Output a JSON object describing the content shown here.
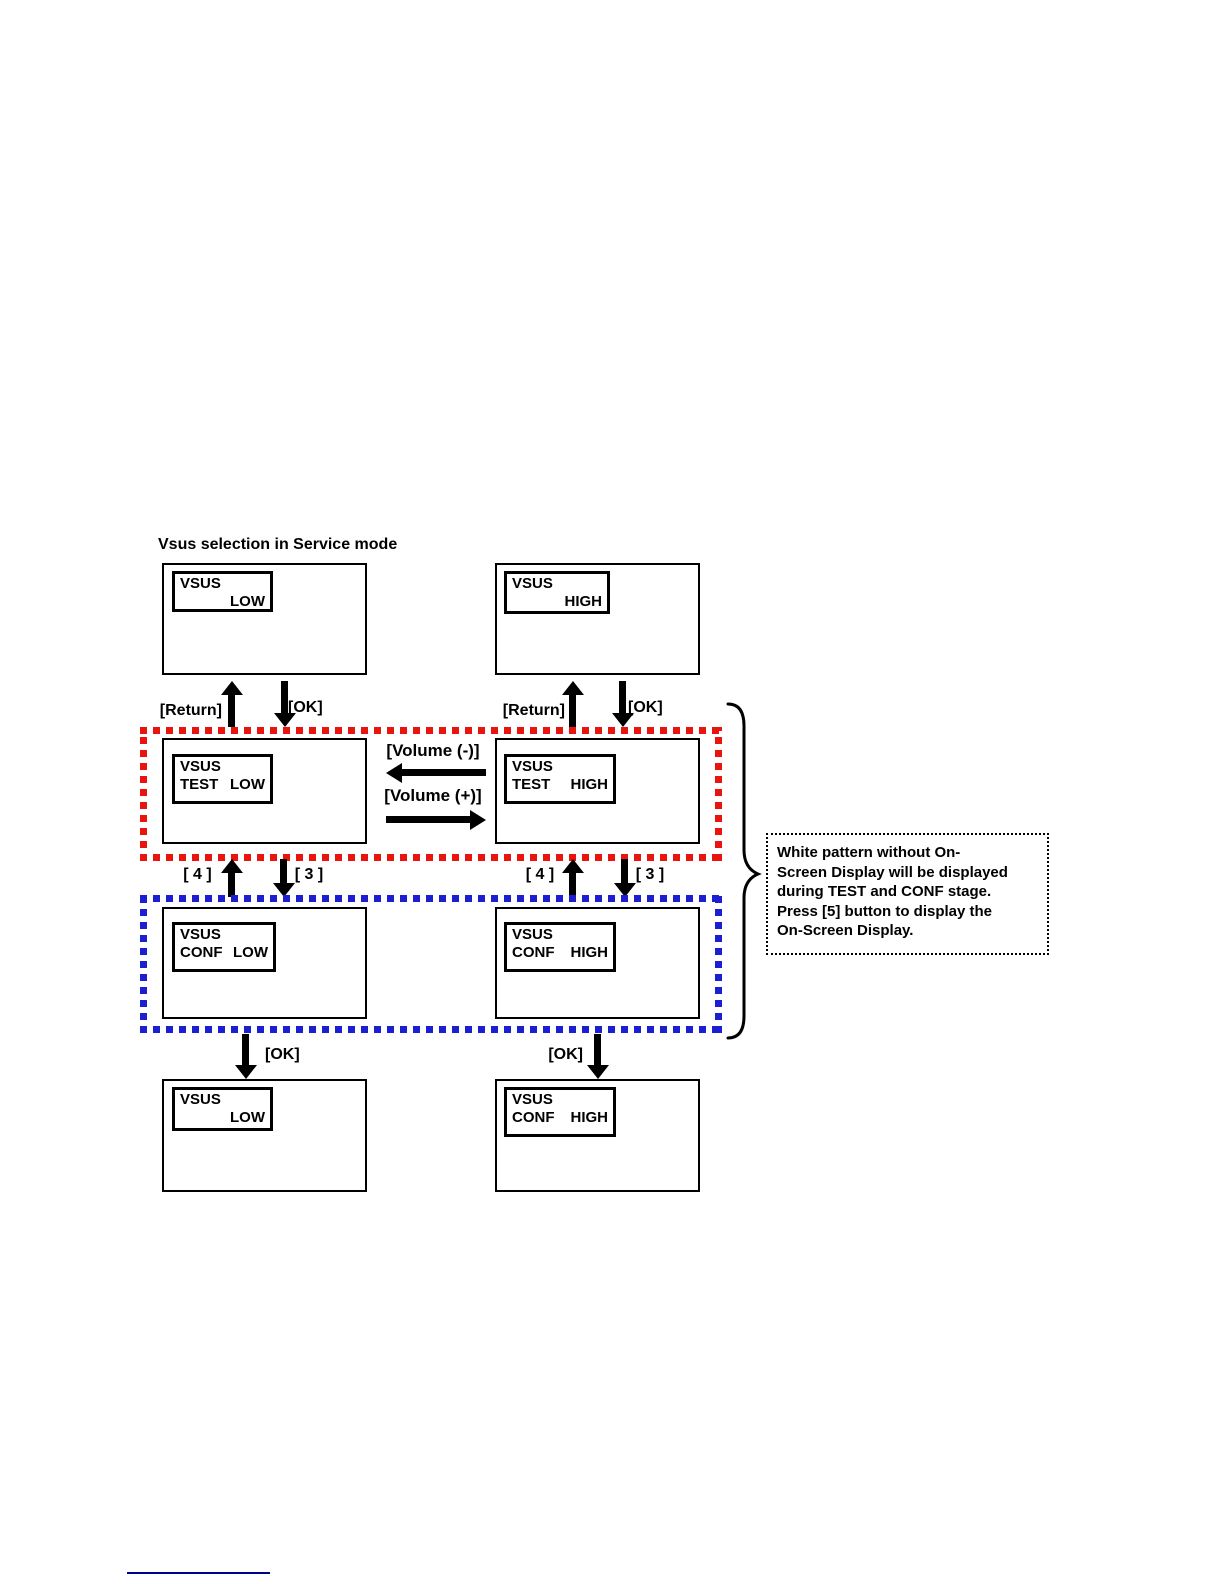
{
  "title": "Vsus selection in Service mode",
  "labels": {
    "return_key": "[Return]",
    "ok_key": "[OK]",
    "key4": "[ 4 ]",
    "key3": "[ 3 ]",
    "volume_minus": "[Volume (-)]",
    "volume_plus": "[Volume (+)]"
  },
  "screens": {
    "top_left": {
      "line1": "VSUS",
      "value": "LOW"
    },
    "top_right": {
      "line1": "VSUS",
      "value": "HIGH"
    },
    "test_left": {
      "line1": "VSUS",
      "stage": "TEST",
      "value": "LOW"
    },
    "test_right": {
      "line1": "VSUS",
      "stage": "TEST",
      "value": "HIGH"
    },
    "conf_left": {
      "line1": "VSUS",
      "stage": "CONF",
      "value": "LOW"
    },
    "conf_right": {
      "line1": "VSUS",
      "stage": "CONF",
      "value": "HIGH"
    },
    "final_left": {
      "line1": "VSUS",
      "value": "LOW"
    },
    "final_right": {
      "line1": "VSUS",
      "stage": "CONF",
      "value": "HIGH"
    }
  },
  "note": {
    "lines": [
      "White pattern without On-",
      "Screen Display will be displayed",
      "during TEST and CONF stage.",
      "Press [5] button to display the",
      "On-Screen Display."
    ]
  },
  "colors": {
    "stage_test_border": "#e8140d",
    "stage_conf_border": "#1b1fd0",
    "footer_rule": "#00008b"
  }
}
